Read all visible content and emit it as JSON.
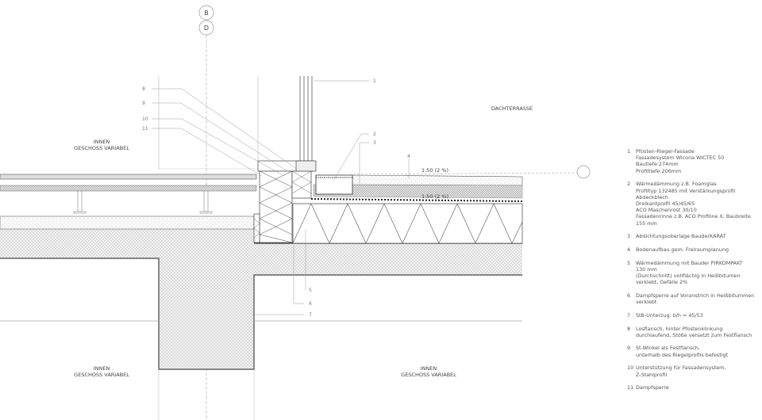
{
  "grid_axes": [
    "B",
    "D"
  ],
  "room_labels": {
    "top_left": [
      "INNEN",
      "GESCHOSS VARIABEL"
    ],
    "terrace": "DACHTERRASSE",
    "bottom_left": [
      "INNEN",
      "GESCHOSS VARIABEL"
    ],
    "bottom_right": [
      "INNEN",
      "GESCHOSS VARIABEL"
    ]
  },
  "slope_labels": [
    "1:50 (2 %)",
    "1:50 (2 %)"
  ],
  "callouts": [
    "1",
    "2",
    "3",
    "4",
    "5",
    "6",
    "7",
    "8",
    "9",
    "10",
    "11"
  ],
  "legend": [
    {
      "num": "1",
      "text": "Pfosten-Riegel-Fassade\nFassadesystem Wicona WICTEC 50\nBautiefe:274mm\nProfiltiefe:206mm"
    },
    {
      "num": "2",
      "text": "Wärmedämmung z.B. Foamglas\nProfiltyp 132485 mit Verstärkungsprofil\nAbdeckblech\nDreikantprofil 45/45/65\nACO Maschenrost 30/10\nFassadenrinne z.B. ACO Profiline X, Baubreite\n155 mm"
    },
    {
      "num": "3",
      "text": "Abdichtungsoberlage BauderKARAT"
    },
    {
      "num": "4",
      "text": "Bodenaufbau gem. Freiraumplanung"
    },
    {
      "num": "5",
      "text": "Wärmedämmung mit Bauder PIRKOMPAKT\n130 mm\n(Durchschnitt) vollflächig in Heißbitumen\nverklebt, Gefälle 2%"
    },
    {
      "num": "6",
      "text": "Dampfsperre auf Voranstrich in Heißbitummen\nverklebt"
    },
    {
      "num": "7",
      "text": "StB-Unterzug: b/h = 45/53"
    },
    {
      "num": "8",
      "text": "Losflansch, hinter Pfostenklinkung\ndurchlaufend, Stöße versetzt zum Festflansch"
    },
    {
      "num": "9",
      "text": "St-Winkel als Festflansch,\nunterhalb des Riegelprofils befestigt"
    },
    {
      "num": "10",
      "text": "Unterstützung für Fassadensystem,\nZ-Stahlprofil"
    },
    {
      "num": "11",
      "text": "Dampfsperre"
    }
  ]
}
